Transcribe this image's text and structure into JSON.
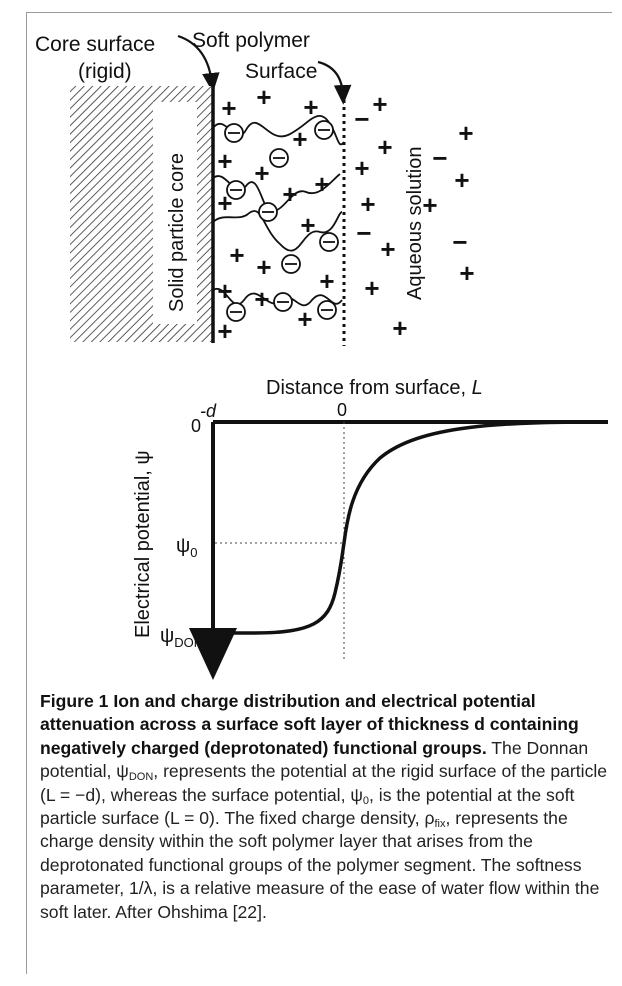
{
  "diagram": {
    "core_surface_label": "Core surface",
    "rigid_label": "(rigid)",
    "soft_polymer_label": "Soft polymer",
    "surface_label": "Surface",
    "solid_core_label": "Solid particle core",
    "aqueous_label": "Aqueous solution",
    "plus_sign": "+",
    "minus_sign": "−",
    "chain_charge": "−"
  },
  "graph": {
    "x_axis_label_text": "Distance from surface, ",
    "x_axis_label_var": "L",
    "y_axis_label": "Electrical potential, ψ",
    "tick_neg_d": "-d",
    "tick_zero_x": "0",
    "tick_zero_y": "0",
    "psi0_symbol": "ψ",
    "psi0_sub": "0",
    "psidon_symbol": "ψ",
    "psidon_sub": "DON"
  },
  "caption": {
    "bold": "Figure 1 Ion and charge distribution and electrical potential attenuation across a surface soft layer of thickness d containing negatively charged (deprotonated) functional groups.",
    "t1": " The Donnan potential, ψ",
    "t1_sub": "DON",
    "t2": ", represents the potential at the rigid surface of the particle (L = −d), whereas the surface potential, ψ",
    "t2_sub": "0",
    "t3": ", is the potential at the soft particle surface (L = 0). The fixed charge density, ρ",
    "t3_sub": "fix",
    "t4": ", represents the charge density within the soft polymer layer that arises from the deprotonated functional groups of the polymer segment. The softness parameter, 1/λ, is a relative measure of the ease of water flow within the soft later. After Ohshima [22]."
  }
}
